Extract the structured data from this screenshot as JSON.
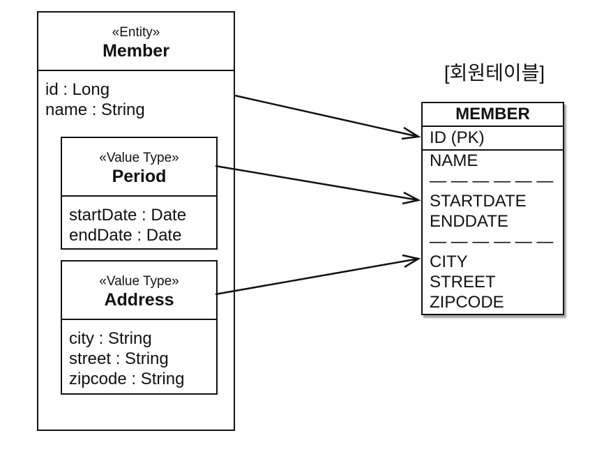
{
  "entity": {
    "stereotype": "«Entity»",
    "name": "Member",
    "attributes": [
      "id : Long",
      "name : String"
    ]
  },
  "value_types": {
    "period": {
      "stereotype": "«Value Type»",
      "name": "Period",
      "attributes": [
        "startDate : Date",
        "endDate : Date"
      ]
    },
    "address": {
      "stereotype": "«Value Type»",
      "name": "Address",
      "attributes": [
        "city : String",
        "street : String",
        "zipcode : String"
      ]
    }
  },
  "table": {
    "caption": "[회원테이블]",
    "name": "MEMBER",
    "pk": "ID (PK)",
    "columns": [
      "NAME",
      "— — — — — —",
      "STARTDATE",
      "ENDDATE",
      "— — — — — —",
      "CITY",
      "STREET",
      "ZIPCODE"
    ]
  }
}
